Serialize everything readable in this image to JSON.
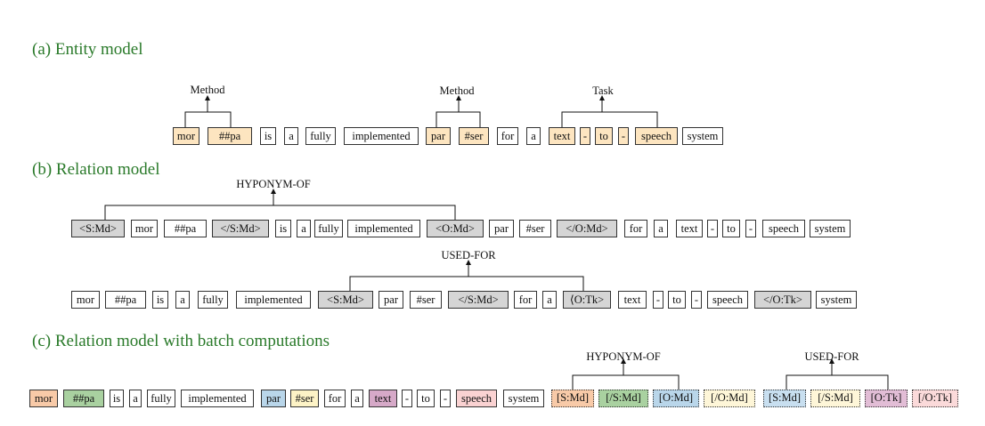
{
  "headings": {
    "entity": "(a) Entity model",
    "relation": "(b) Relation model",
    "batch": "(c) Relation model with batch computations"
  },
  "labels": {
    "method1": "Method",
    "method2": "Method",
    "task": "Task",
    "hyponym_b": "HYPONYM-OF",
    "usedfor_b": "USED-FOR",
    "hyponym_c": "HYPONYM-OF",
    "usedfor_c": "USED-FOR"
  },
  "row_a": [
    "mor",
    "##pa",
    "is",
    "a",
    "fully",
    "implemented",
    "par",
    "#ser",
    "for",
    "a",
    "text",
    "-",
    "to",
    "-",
    "speech",
    "system"
  ],
  "row_b1": [
    "<S:Md>",
    "mor",
    "##pa",
    "</S:Md>",
    "is",
    "a",
    "fully",
    "implemented",
    "<O:Md>",
    "par",
    "#ser",
    "</O:Md>",
    "for",
    "a",
    "text",
    "-",
    "to",
    "-",
    "speech",
    "system"
  ],
  "row_b2": [
    "mor",
    "##pa",
    "is",
    "a",
    "fully",
    "implemented",
    "<S:Md>",
    "par",
    "#ser",
    "</S:Md>",
    "for",
    "a",
    "⟨O:Tk>",
    "text",
    "-",
    "to",
    "-",
    "speech",
    "</O:Tk>",
    "system"
  ],
  "row_c": [
    "mor",
    "##pa",
    "is",
    "a",
    "fully",
    "implemented",
    "par",
    "#ser",
    "for",
    "a",
    "text",
    "-",
    "to",
    "-",
    "speech",
    "system",
    "[S:Md]",
    "[/S:Md]",
    "[O:Md]",
    "[/O:Md]",
    "[S:Md]",
    "[/S:Md]",
    "[O:Tk]",
    "[/O:Tk]"
  ]
}
